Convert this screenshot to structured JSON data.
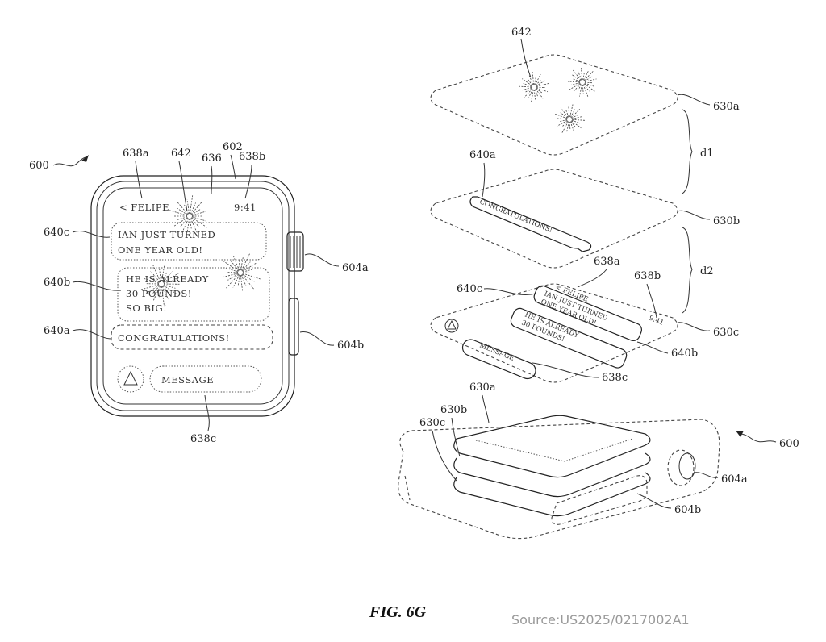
{
  "figure": {
    "title": "FIG. 6G",
    "source": "Source:US2025/0217002A1"
  },
  "watch_front": {
    "device_ref": "600",
    "screen_ref": "602",
    "crown_ref": "604a",
    "button_ref": "604b",
    "back_label": "< FELIPE",
    "time": "9:41",
    "bubble_c": [
      "IAN JUST TURNED",
      "ONE YEAR OLD!"
    ],
    "bubble_b": [
      "HE IS ALREADY",
      "30 POUNDS!",
      "SO BIG!"
    ],
    "bubble_a": "CONGRATULATIONS!",
    "message_button": "MESSAGE",
    "refs": {
      "r638a": "638a",
      "r642": "642",
      "r636": "636",
      "r638b": "638b",
      "r640c": "640c",
      "r640b": "640b",
      "r640a": "640a",
      "r638c": "638c"
    }
  },
  "exploded": {
    "layer_top": "630a",
    "layer_mid": "630b",
    "layer_bottom": "630c",
    "dist_1": "d1",
    "dist_2": "d2",
    "fireworks_ref": "642",
    "congrats_ref": "640a",
    "congrats_text": "CONGRATULATIONS!",
    "bubble_c_ref": "640c",
    "bubble_b_ref": "640b",
    "back_ref": "638a",
    "time_ref": "638b",
    "message_ref": "638c",
    "felipe_label": "< FELIPE",
    "time": "9:41",
    "bubble_c": [
      "IAN JUST TURNED",
      "ONE YEAR OLD!"
    ],
    "bubble_b": [
      "HE IS ALREADY",
      "30 POUNDS!"
    ],
    "message_button": "MESSAGE"
  },
  "assembly": {
    "device_ref": "600",
    "r630a": "630a",
    "r630b": "630b",
    "r630c": "630c",
    "crown_ref": "604a",
    "button_ref": "604b"
  }
}
